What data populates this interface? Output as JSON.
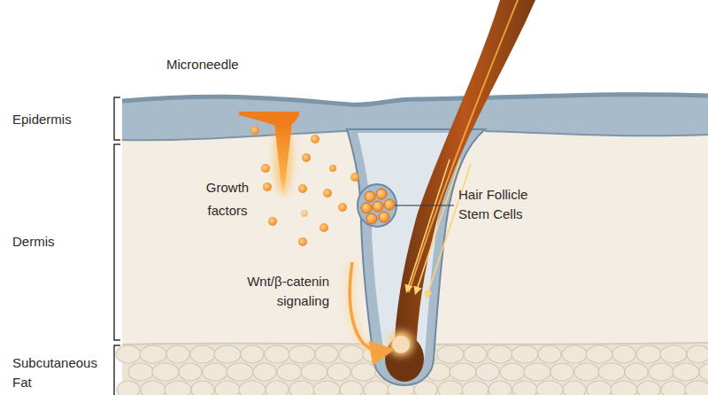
{
  "diagram": {
    "labels": [
      "Microneedle",
      "Epidermis",
      "Dermis",
      "Subcutaneous Fat",
      "Growth factors",
      "Hair Follicle Stem Cells",
      "Wnt/β-catenin signaling"
    ]
  }
}
